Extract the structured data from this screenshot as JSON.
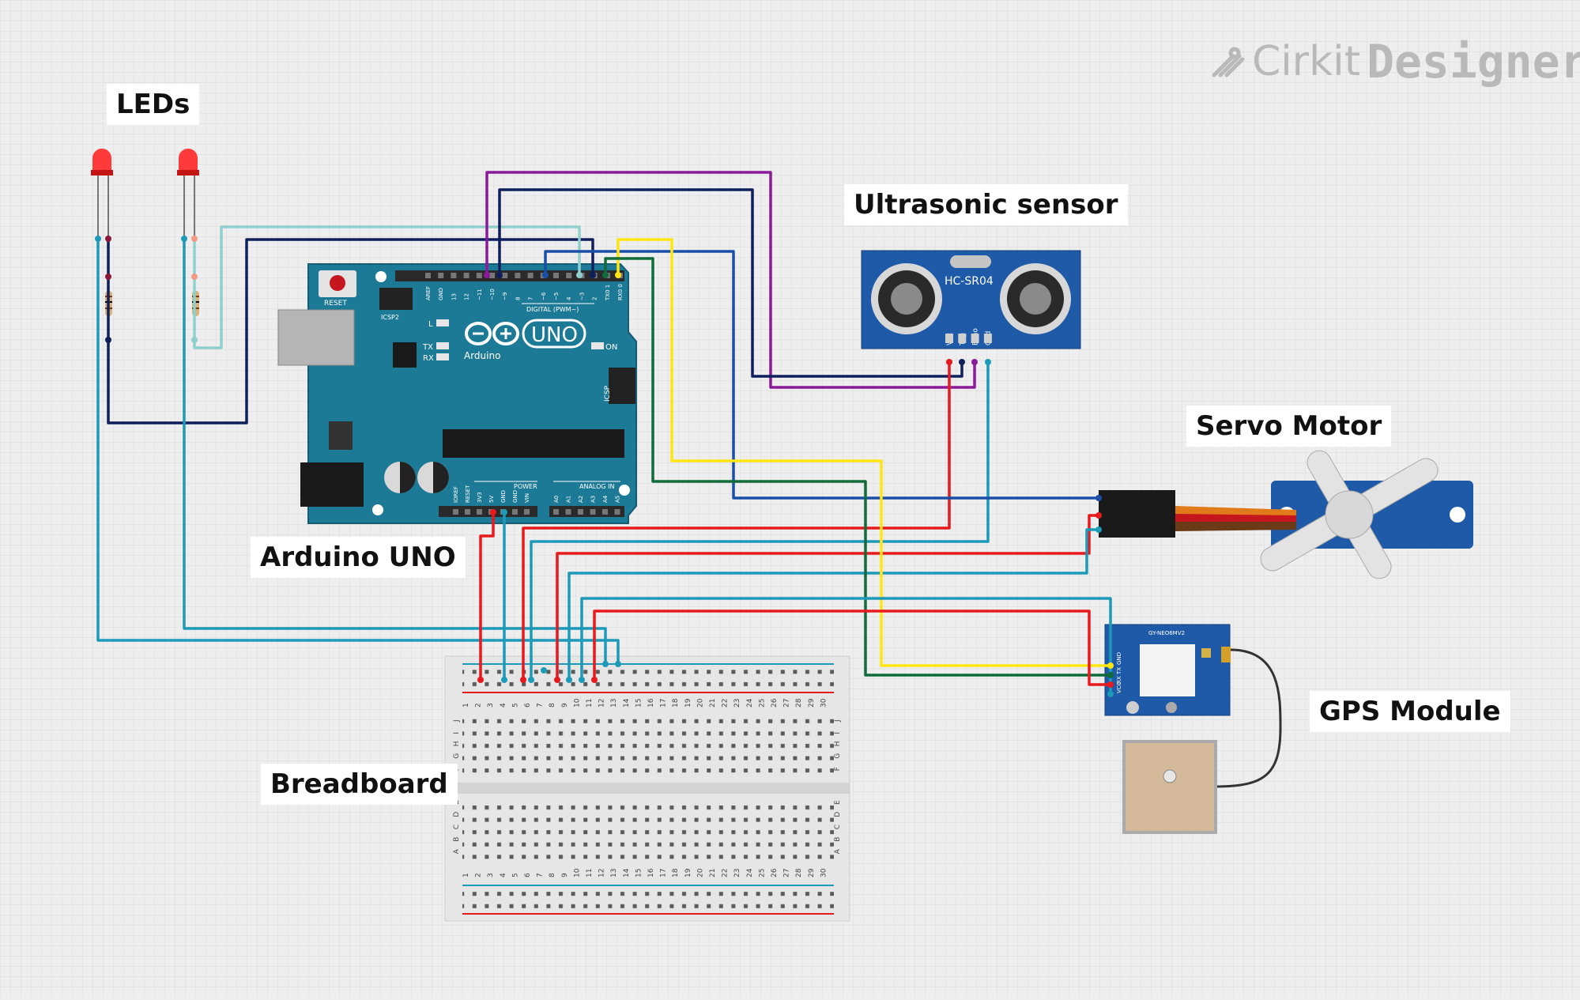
{
  "brand": {
    "name_light": "Cirkit",
    "name_bold": "Designer"
  },
  "labels": {
    "leds": "LEDs",
    "ultrasonic": "Ultrasonic sensor",
    "servo": "Servo Motor",
    "arduino": "Arduino UNO",
    "gps": "GPS Module",
    "breadboard": "Breadboard"
  },
  "arduino": {
    "reset": "RESET",
    "icsp2": "ICSP2",
    "icsp": "ICSP",
    "uno": "UNO",
    "brand": "Arduino",
    "digital": "DIGITAL (PWM~)",
    "power": "POWER",
    "analog": "ANALOG IN",
    "led_l": "L",
    "led_tx": "TX",
    "led_rx": "RX",
    "led_on": "ON",
    "top_pins": [
      "AREF",
      "GND",
      "13",
      "12",
      "~11",
      "~10",
      "~9",
      "8",
      "7",
      "~6",
      "~5",
      "4",
      "~3",
      "2",
      "TX0 1",
      "RX0 0"
    ],
    "power_pins": [
      "IOREF",
      "RESET",
      "3V3",
      "5V",
      "GND",
      "GND",
      "VIN"
    ],
    "analog_pins": [
      "A0",
      "A1",
      "A2",
      "A3",
      "A4",
      "A5"
    ]
  },
  "hcsr04": {
    "model": "HC-SR04",
    "pins": [
      "Vcc",
      "Trig",
      "Echo",
      "Gnd"
    ]
  },
  "gps": {
    "model": "GY-NEO6MV2",
    "pins": [
      "VCC",
      "RX",
      "TX",
      "GND"
    ]
  },
  "breadboard": {
    "rows_top": [
      "J",
      "I",
      "H",
      "G",
      "F"
    ],
    "rows_bottom": [
      "E",
      "D",
      "C",
      "B",
      "A"
    ]
  },
  "colors": {
    "board": "#1d7a96",
    "wire_red": "#e8191d",
    "wire_purple": "#8b1a9b",
    "wire_navy": "#0f1f5c",
    "wire_lightblue": "#8fd0cf",
    "wire_teal": "#1c9ab8",
    "wire_yellow": "#ffe512",
    "wire_green": "#0f6b3a",
    "wire_blue": "#1a4fa8",
    "wire_black": "#0f1a3a"
  }
}
